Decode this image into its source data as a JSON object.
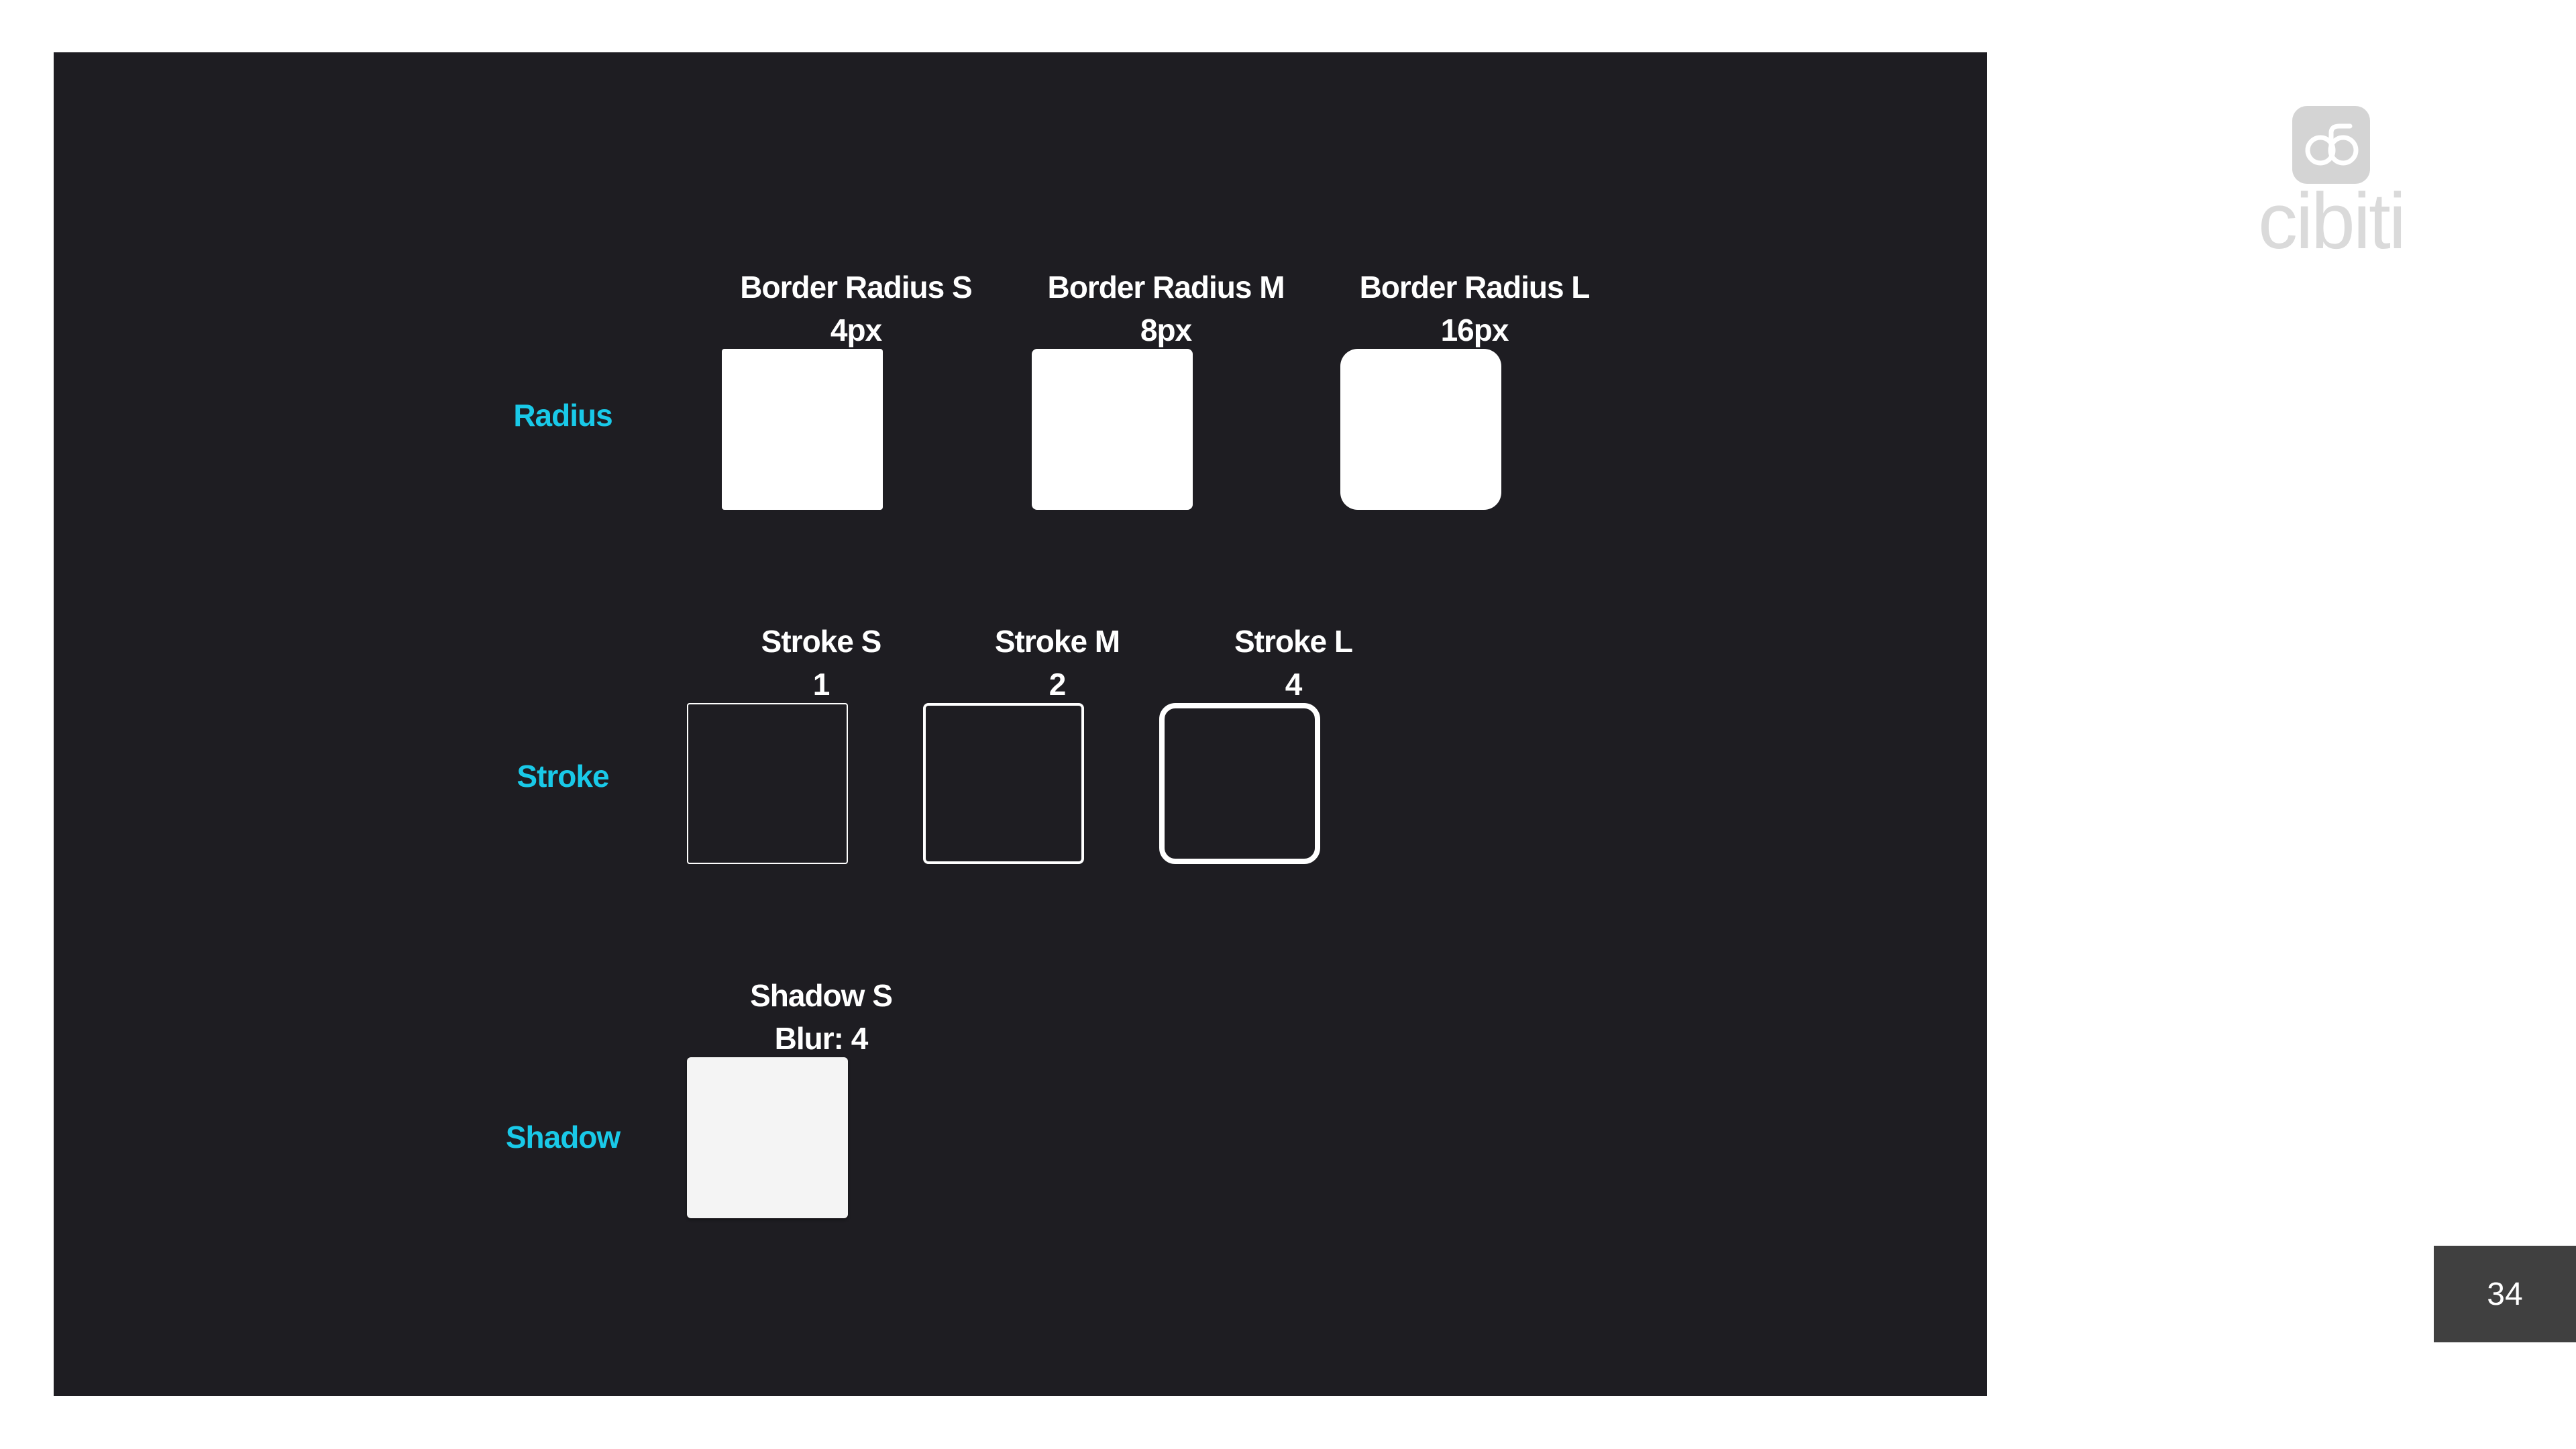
{
  "rows": {
    "radius": "Radius",
    "stroke": "Stroke",
    "shadow": "Shadow"
  },
  "radius_tokens": [
    {
      "title": "Border Radius S",
      "value": "4px"
    },
    {
      "title": "Border Radius M",
      "value": "8px"
    },
    {
      "title": "Border Radius L",
      "value": "16px"
    }
  ],
  "stroke_tokens": [
    {
      "title": "Stroke S",
      "value": "1"
    },
    {
      "title": "Stroke M",
      "value": "2"
    },
    {
      "title": "Stroke L",
      "value": "4"
    }
  ],
  "shadow_tokens": [
    {
      "title": "Shadow S",
      "value": "Blur: 4"
    }
  ],
  "logo": {
    "text": "cibiti",
    "icon": "link-glasses-icon"
  },
  "page_number": "34",
  "colors": {
    "canvas": "#1e1d22",
    "accent": "#19c9e8",
    "swatch": "#ffffff",
    "page_badge": "#404040",
    "logo": "#d4d4d4"
  }
}
